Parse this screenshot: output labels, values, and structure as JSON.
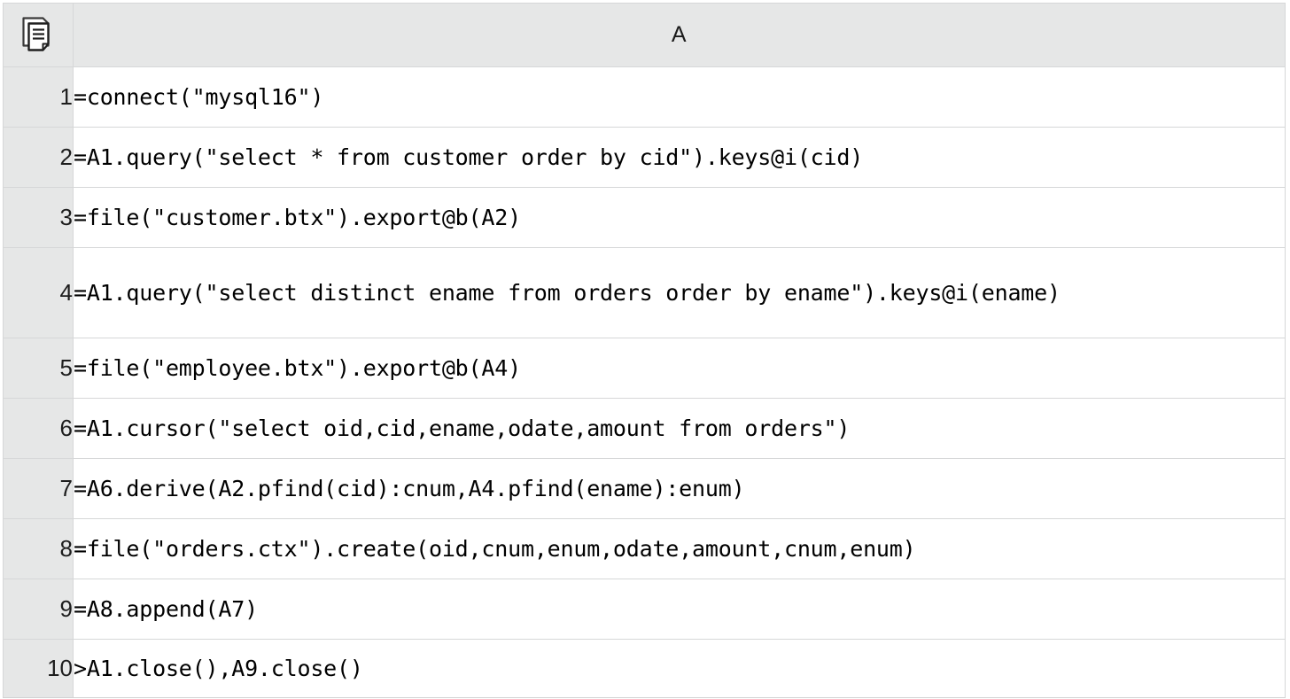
{
  "app": {
    "kind": "spl-spreadsheet-grid",
    "corner_icon": "stacked-pages-icon"
  },
  "grid": {
    "column_headers": [
      "A"
    ],
    "row_numbers": [
      "1",
      "2",
      "3",
      "4",
      "5",
      "6",
      "7",
      "8",
      "9",
      "10"
    ],
    "cells": [
      {
        "row": "1",
        "a": "=connect(\"mysql16\")"
      },
      {
        "row": "2",
        "a": "=A1.query(\"select * from customer order by cid\").keys@i(cid)"
      },
      {
        "row": "3",
        "a": "=file(\"customer.btx\").export@b(A2)"
      },
      {
        "row": "4",
        "a": "=A1.query(\"select distinct ename from orders order by ename\").keys@i(ename)"
      },
      {
        "row": "5",
        "a": "=file(\"employee.btx\").export@b(A4)"
      },
      {
        "row": "6",
        "a": "=A1.cursor(\"select oid,cid,ename,odate,amount from orders\")"
      },
      {
        "row": "7",
        "a": "=A6.derive(A2.pfind(cid):cnum,A4.pfind(ename):enum)"
      },
      {
        "row": "8",
        "a": "=file(\"orders.ctx\").create(oid,cnum,enum,odate,amount,cnum,enum)"
      },
      {
        "row": "9",
        "a": "=A8.append(A7)"
      },
      {
        "row": "10",
        "a": ">A1.close(),A9.close()"
      }
    ]
  },
  "colors": {
    "header_bg": "#e6e7e7",
    "cell_bg": "#ffffff",
    "grid_line": "#d1d2d3",
    "text": "#000000"
  }
}
